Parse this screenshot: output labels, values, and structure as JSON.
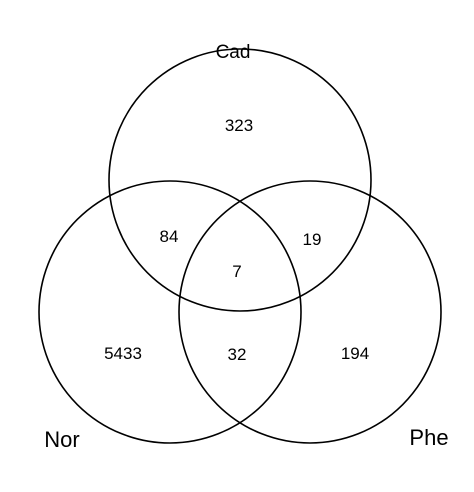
{
  "sets": {
    "cad": {
      "label": "Cad"
    },
    "nor": {
      "label": "Nor"
    },
    "phe": {
      "label": "Phe"
    }
  },
  "regions": {
    "cad_only": "323",
    "nor_only": "5433",
    "phe_only": "194",
    "cad_nor": "84",
    "cad_phe": "19",
    "nor_phe": "32",
    "cad_nor_phe": "7"
  }
}
